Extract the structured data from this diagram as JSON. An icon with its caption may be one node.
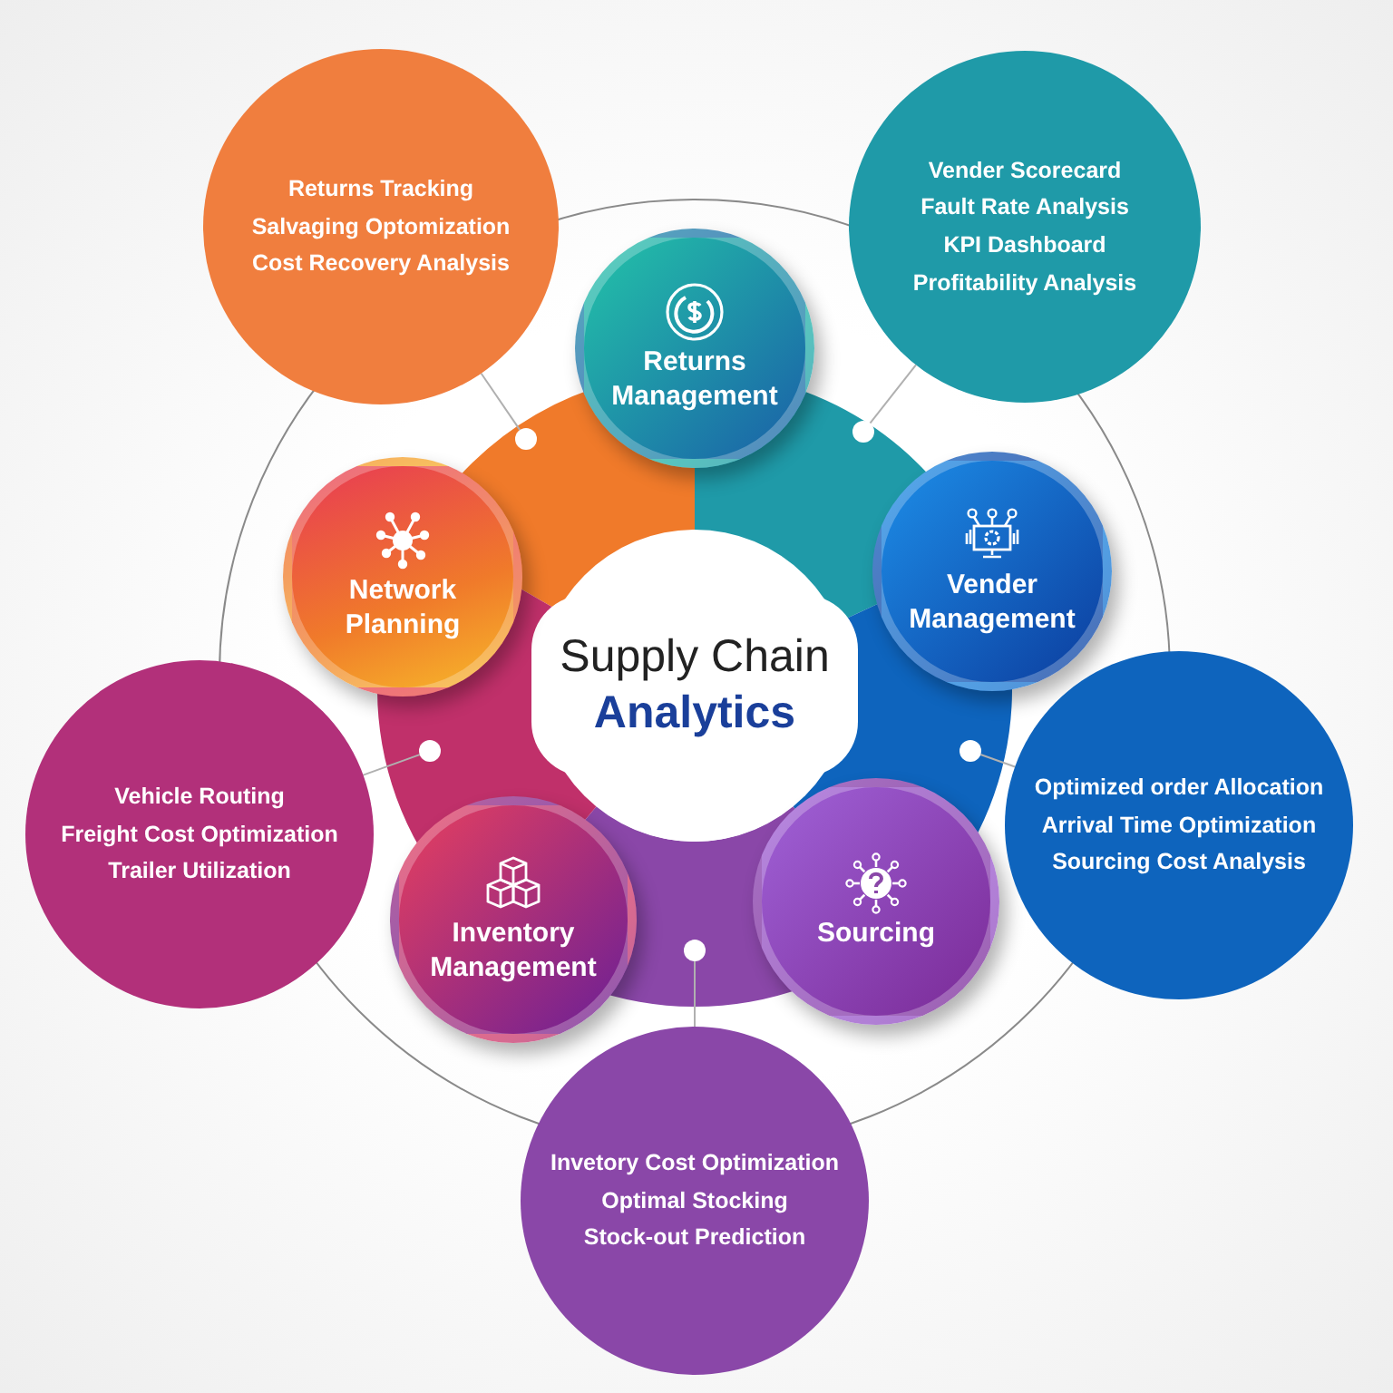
{
  "diagram": {
    "nodes": [
      {
        "text": [
          "Supply Chain",
          "Analytics"
        ]
      },
      {
        "text": [
          "Returns Management"
        ]
      },
      {
        "text": [
          "Vender Management"
        ]
      },
      {
        "text": [
          "Sourcing"
        ]
      },
      {
        "text": [
          "Inventory Management"
        ]
      },
      {
        "text": [
          "Network Planning"
        ]
      },
      {
        "text": [
          "Returns Tracking",
          "Salvaging Optomization",
          "Cost Recovery Analysis"
        ]
      },
      {
        "text": [
          "Vender Scorecard",
          "Fault Rate Analysis",
          "KPI Dashboard",
          "Profitability Analysis"
        ]
      },
      {
        "text": [
          "Optimized order Allocation",
          "Arrival Time Optimization",
          "Sourcing Cost Analysis"
        ]
      },
      {
        "text": [
          "Invetory Cost Optimization",
          "Optimal Stocking",
          "Stock-out Prediction"
        ]
      },
      {
        "text": [
          "Vehicle Routing",
          "Freight Cost Optimization",
          "Trailer Utilization"
        ]
      },
      {
        "text": [],
        "shape": "circle"
      },
      {
        "text": [],
        "shape": "circle"
      },
      {
        "text": [],
        "shape": "circle"
      },
      {
        "text": [],
        "shape": "circle"
      },
      {
        "text": [],
        "shape": "circle"
      }
    ],
    "edges": [
      {
        "from": 6,
        "to": 11,
        "arrow": "none"
      },
      {
        "from": 7,
        "to": 12,
        "arrow": "none"
      },
      {
        "from": 8,
        "to": 13,
        "arrow": "none"
      },
      {
        "from": 9,
        "to": 14,
        "arrow": "none"
      },
      {
        "from": 10,
        "to": 15,
        "arrow": "none"
      }
    ]
  }
}
